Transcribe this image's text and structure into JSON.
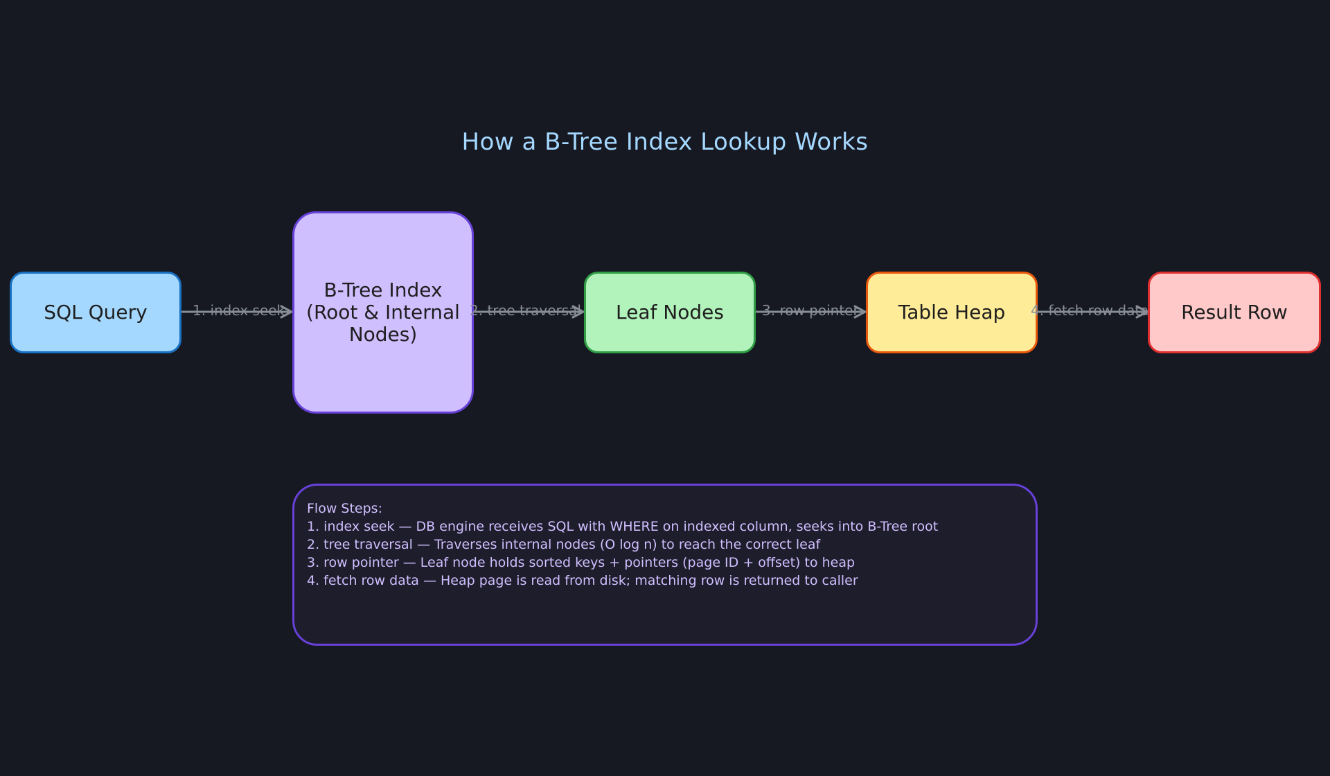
{
  "diagram": {
    "title": "How a B-Tree Index Lookup Works",
    "nodes": [
      {
        "id": "sql",
        "label": "SQL Query",
        "fill": "#a5d8ff",
        "stroke": "#1971c2"
      },
      {
        "id": "btree",
        "label": "B-Tree Index\n(Root & Internal\nNodes)",
        "fill": "#d0bfff",
        "stroke": "#6741d9"
      },
      {
        "id": "leaf",
        "label": "Leaf Nodes",
        "fill": "#b2f2bb",
        "stroke": "#2f9e44"
      },
      {
        "id": "heap",
        "label": "Table Heap",
        "fill": "#ffec99",
        "stroke": "#e8590c"
      },
      {
        "id": "result",
        "label": "Result Row",
        "fill": "#ffc9c9",
        "stroke": "#e03131"
      }
    ],
    "edges": [
      {
        "from": "sql",
        "to": "btree",
        "label": "1. index seek"
      },
      {
        "from": "btree",
        "to": "leaf",
        "label": "2. tree traversal"
      },
      {
        "from": "leaf",
        "to": "heap",
        "label": "3. row pointer"
      },
      {
        "from": "heap",
        "to": "result",
        "label": "4. fetch row data"
      }
    ],
    "edge_color": "#868e96",
    "notes": {
      "heading": "Flow Steps:",
      "lines": [
        "1. index seek — DB engine receives SQL with WHERE on indexed column, seeks into B-Tree root",
        "2. tree traversal — Traverses internal nodes (O log n) to reach the correct leaf",
        "3. row pointer — Leaf node holds sorted keys + pointers (page ID + offset) to heap",
        "4. fetch row data — Heap page is read from disk; matching row is returned to caller"
      ]
    }
  }
}
